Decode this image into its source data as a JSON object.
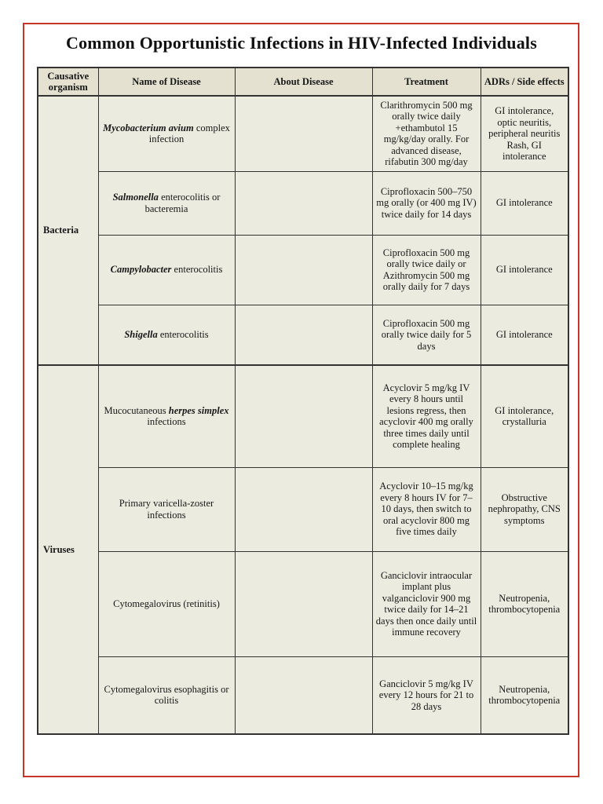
{
  "page": {
    "title": "Common Opportunistic Infections in HIV-Infected Individuals",
    "frame_color": "#c5352c",
    "cell_bg": "#ecebdf",
    "header_bg": "#e5e1d1"
  },
  "table": {
    "headers": [
      "Causative organism",
      "Name of Disease",
      "About Disease",
      "Treatment",
      "ADRs / Side effects"
    ],
    "sections": [
      {
        "organism": "Bacteria",
        "rows": [
          {
            "disease": [
              {
                "text": "Mycobacterium avium",
                "emphasis": true
              },
              {
                "text": " complex infection",
                "emphasis": false
              }
            ],
            "about": "",
            "treatment": "Clarithromycin 500 mg orally twice daily +ethambutol 15 mg/kg/day orally. For advanced disease, rifabutin 300 mg/day",
            "adrs": "GI intolerance, optic neuritis, peripheral neuritis Rash, GI intolerance"
          },
          {
            "disease": [
              {
                "text": "Salmonella",
                "emphasis": true
              },
              {
                "text": " enterocolitis or bacteremia",
                "emphasis": false
              }
            ],
            "about": "",
            "treatment": "Ciprofloxacin 500–750 mg orally (or 400 mg IV) twice daily for 14 days",
            "adrs": "GI intolerance"
          },
          {
            "disease": [
              {
                "text": "Campylobacter",
                "emphasis": true
              },
              {
                "text": " enterocolitis",
                "emphasis": false
              }
            ],
            "about": "",
            "treatment": "Ciprofloxacin 500 mg orally twice daily or Azithromycin 500 mg orally daily for 7 days",
            "adrs": "GI intolerance"
          },
          {
            "disease": [
              {
                "text": "Shigella",
                "emphasis": true
              },
              {
                "text": " enterocolitis",
                "emphasis": false
              }
            ],
            "about": "",
            "treatment": "Ciprofloxacin 500 mg orally twice daily for 5 days",
            "adrs": "GI intolerance"
          }
        ]
      },
      {
        "organism": "Viruses",
        "rows": [
          {
            "disease": [
              {
                "text": "Mucocutaneous ",
                "emphasis": false
              },
              {
                "text": "herpes simplex",
                "emphasis": true
              },
              {
                "text": " infections",
                "emphasis": false
              }
            ],
            "about": "",
            "treatment": "Acyclovir 5 mg/kg IV every 8 hours until lesions regress, then acyclovir 400 mg orally three times daily until complete healing",
            "adrs": "GI intolerance, crystalluria"
          },
          {
            "disease": [
              {
                "text": "Primary varicella-zoster infections",
                "emphasis": false
              }
            ],
            "about": "",
            "treatment": "Acyclovir 10–15 mg/kg every 8 hours IV for 7–10 days, then switch to oral acyclovir 800 mg five times daily",
            "adrs": "Obstructive nephropathy, CNS symptoms"
          },
          {
            "disease": [
              {
                "text": "Cytomegalovirus (retinitis)",
                "emphasis": false
              }
            ],
            "about": "",
            "treatment": "Ganciclovir intraocular implant plus valganciclovir 900 mg twice daily for 14–21 days then once daily until immune recovery",
            "adrs": "Neutropenia, thrombocytopenia"
          },
          {
            "disease": [
              {
                "text": "Cytomegalovirus esophagitis or colitis",
                "emphasis": false
              }
            ],
            "about": "",
            "treatment": "Ganciclovir 5 mg/kg IV every 12 hours for 21 to 28 days",
            "adrs": "Neutropenia, thrombocytopenia"
          }
        ]
      }
    ]
  }
}
